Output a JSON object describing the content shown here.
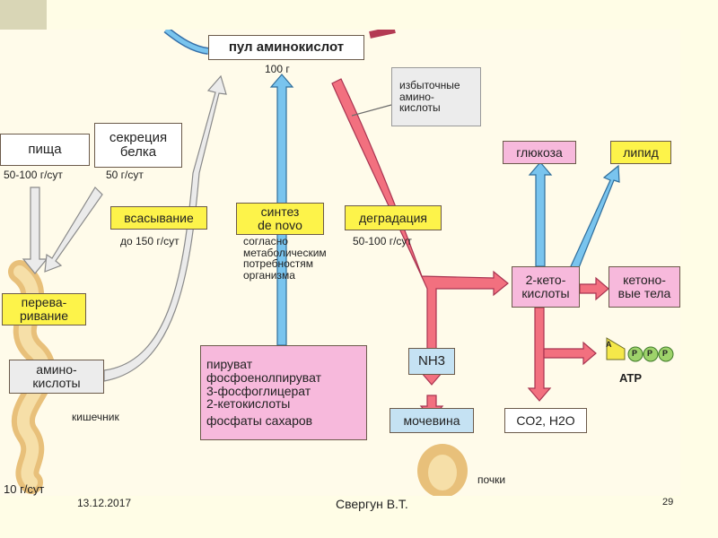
{
  "diagram": {
    "pool": "пул аминокислот",
    "pool_amount": "100 г",
    "excess": [
      "избыточные",
      "амино-",
      "кислоты"
    ],
    "food": "пища",
    "food_amount": "50-100 г/сут",
    "secretion": [
      "секреция",
      "белка"
    ],
    "secretion_amount": "50 г/сут",
    "absorption": "всасывание",
    "absorption_amount": "до 150 г/сут",
    "synthesis": [
      "синтез",
      "de novo"
    ],
    "synthesis_note": [
      "согласно",
      "метаболическим",
      "потребностям",
      "организма"
    ],
    "degradation": "деградация",
    "degradation_amount": "50-100 г/сут",
    "digestion": [
      "перева-",
      "ривание"
    ],
    "amino_acids": [
      "амино-",
      "кислоты"
    ],
    "intestine": "кишечник",
    "excretion": "10 г/сут",
    "glucose": "глюкоза",
    "lipid": "липид",
    "ketoacids": [
      "2-кето-",
      "кислоты"
    ],
    "ketone_bodies": [
      "кетоно-",
      "вые тела"
    ],
    "nh3": "NH3",
    "urea": "мочевина",
    "co2_h2o": "CO2, H2O",
    "atp": "ATP",
    "atp_a": "A",
    "atp_p": "P",
    "kidneys": "почки",
    "precursors": [
      "пируват",
      "фосфоенолпируват",
      "3-фосфоглицерат",
      "2-кетокислоты",
      "фосфаты сахаров"
    ]
  },
  "footer": {
    "date": "13.12.2017",
    "author": "Свергун В.Т.",
    "page": "29"
  },
  "colors": {
    "box_white": "#ffffff",
    "box_yellow": "#fdf34a",
    "box_pink": "#f7b9dc",
    "box_blue": "#c5e2f3",
    "box_grey": "#ececec",
    "arrow_red": "#f2707f",
    "arrow_blue": "#79c4ee",
    "arrow_grey": "#ebebeb",
    "gut": "#f3d69c"
  }
}
